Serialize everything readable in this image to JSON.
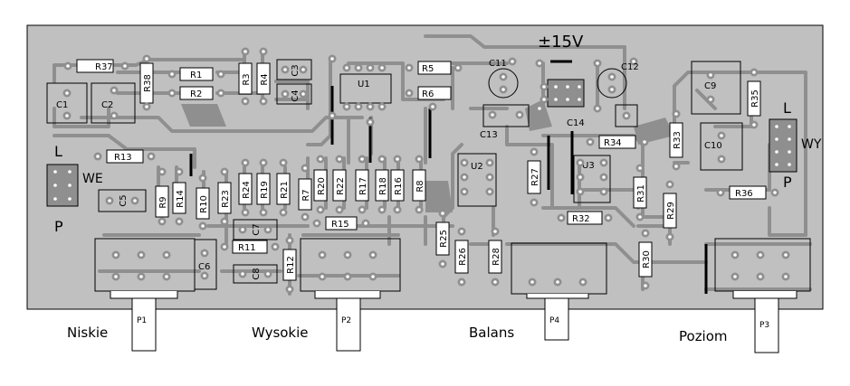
{
  "power_label": "±15V",
  "side_labels": {
    "input_left": "L",
    "input_right": "P",
    "input_name": "WE",
    "output_left": "L",
    "output_right": "P",
    "output_name": "WY"
  },
  "knobs": [
    {
      "id": "P1",
      "caption": "Niskie"
    },
    {
      "id": "P2",
      "caption": "Wysokie"
    },
    {
      "id": "P4",
      "caption": "Balans"
    },
    {
      "id": "P3",
      "caption": "Poziom"
    }
  ],
  "ics": [
    "U1",
    "U2",
    "U3"
  ],
  "capacitors": [
    "C1",
    "C2",
    "C3",
    "C4",
    "C5",
    "C6",
    "C7",
    "C8",
    "C9",
    "C10",
    "C11",
    "C12",
    "C13",
    "C14"
  ],
  "resistors": [
    "R1",
    "R2",
    "R3",
    "R4",
    "R5",
    "R6",
    "R7",
    "R8",
    "R9",
    "R10",
    "R11",
    "R12",
    "R13",
    "R14",
    "R15",
    "R16",
    "R17",
    "R18",
    "R19",
    "R20",
    "R21",
    "R22",
    "R23",
    "R24",
    "R25",
    "R26",
    "R27",
    "R28",
    "R29",
    "R30",
    "R31",
    "R32",
    "R33",
    "R34",
    "R35",
    "R36",
    "R37",
    "R38"
  ],
  "colors": {
    "board": "#c0c0c0",
    "copper": "#8f8f8f",
    "ink": "#000000",
    "paper": "#ffffff"
  }
}
